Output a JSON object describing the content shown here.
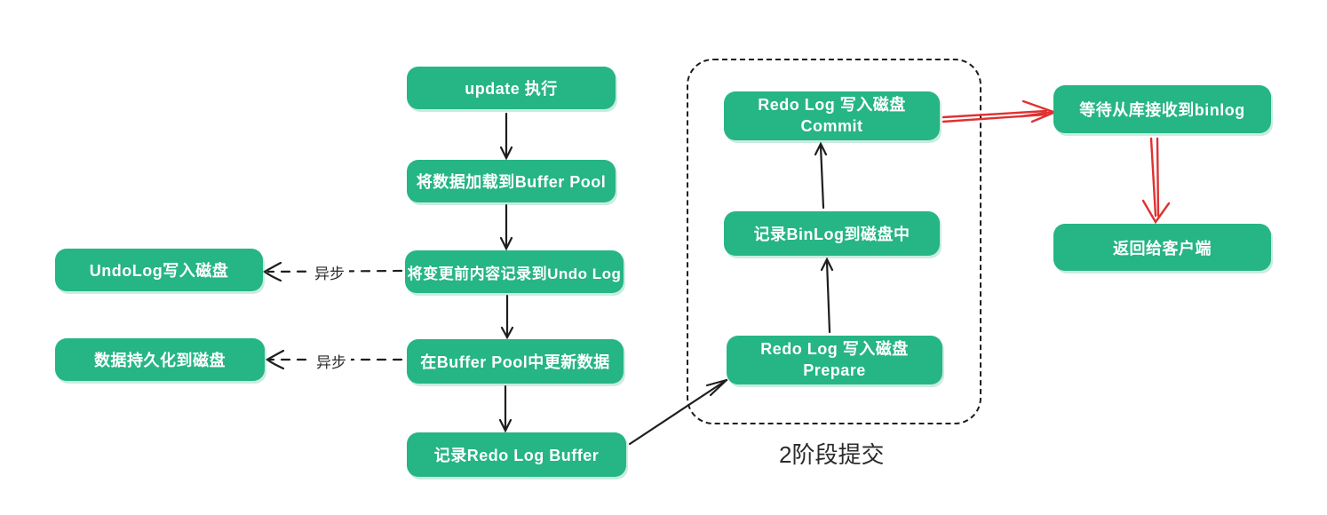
{
  "diagram": {
    "title_caption": "2阶段提交",
    "colors": {
      "node_fill": "#26b584",
      "node_text": "#ffffff",
      "black_arrow": "#1e1e1e",
      "red_arrow": "#e03131",
      "group_border": "#1e1e1e",
      "caption_text": "#2b2b2b"
    },
    "nodes": {
      "update_exec": {
        "label": "update 执行"
      },
      "load_buffer_pool": {
        "label": "将数据加载到Buffer Pool"
      },
      "record_undo_log": {
        "label": "将变更前内容记录到Undo Log"
      },
      "update_in_buffer_pool": {
        "label": "在Buffer Pool中更新数据"
      },
      "record_redo_log_buffer": {
        "label": "记录Redo Log Buffer"
      },
      "undolog_to_disk": {
        "label": "UndoLog写入磁盘"
      },
      "data_persist_to_disk": {
        "label": "数据持久化到磁盘"
      },
      "redo_log_commit": {
        "line1": "Redo Log 写入磁盘",
        "line2": "Commit"
      },
      "record_binlog_to_disk": {
        "label": "记录BinLog到磁盘中"
      },
      "redo_log_prepare": {
        "line1": "Redo Log 写入磁盘",
        "line2": "Prepare"
      },
      "wait_slave_receive_binlog": {
        "label": "等待从库接收到binlog"
      },
      "return_to_client": {
        "label": "返回给客户端"
      }
    },
    "edge_labels": {
      "async_undo": "异步",
      "async_persist": "异步"
    }
  }
}
